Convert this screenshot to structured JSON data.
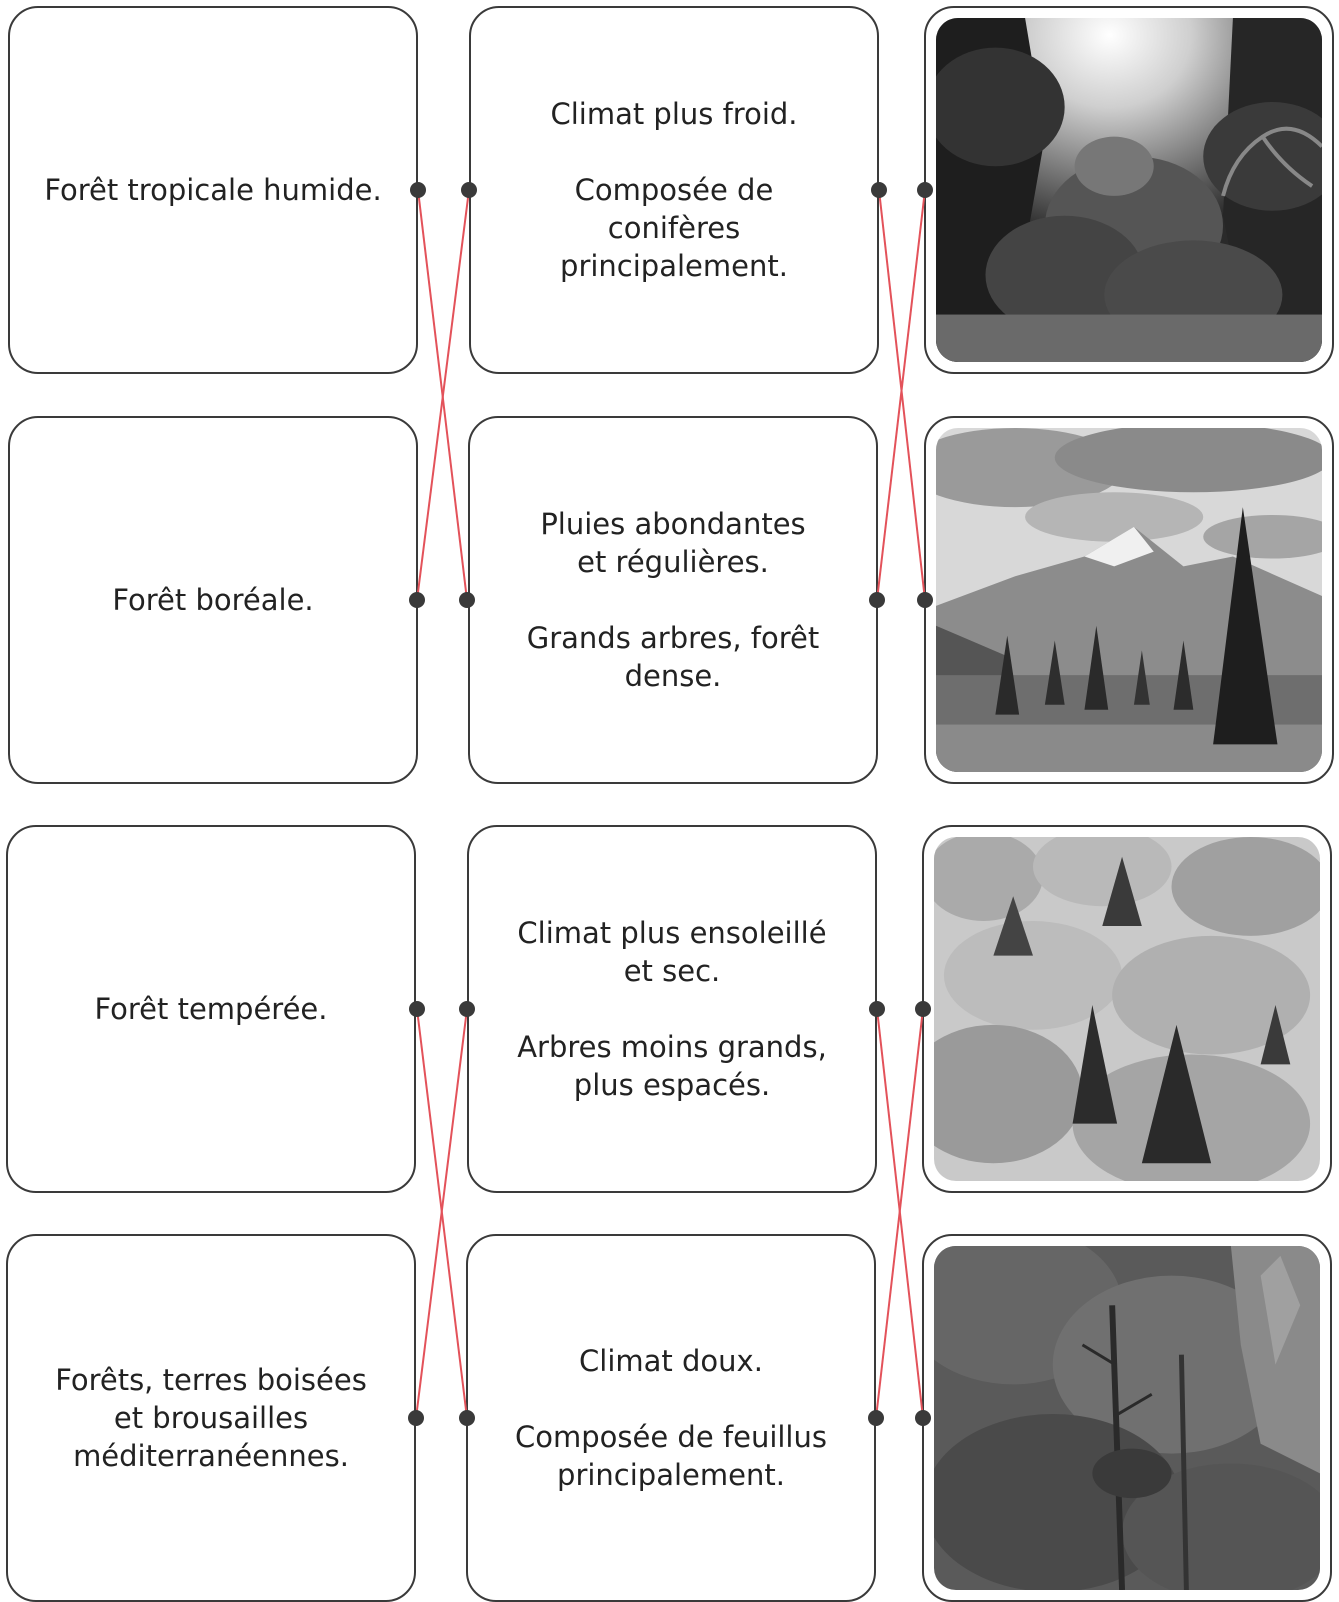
{
  "names": [
    "Forêt tropicale humide.",
    "Forêt boréale.",
    "Forêt tempérée.",
    "Forêts, terres boisées\net brousailles\nméditerranéennes."
  ],
  "descriptions": [
    "Climat plus froid.\n\nComposée de\nconifères\nprincipalement.",
    "Pluies abondantes\net régulières.\n\nGrands arbres, forêt\ndense.",
    "Climat plus ensoleillé\net sec.\n\nArbres moins grands,\nplus espacés.",
    "Climat doux.\n\nComposée de feuillus\nprincipalement."
  ],
  "photos": [
    "tropical-forest-photo",
    "boreal-forest-photo",
    "temperate-forest-photo",
    "mediterranean-forest-photo"
  ],
  "colors": {
    "line": "#e3525a",
    "dot": "#3a3a3a",
    "border": "#3a3a3a"
  }
}
